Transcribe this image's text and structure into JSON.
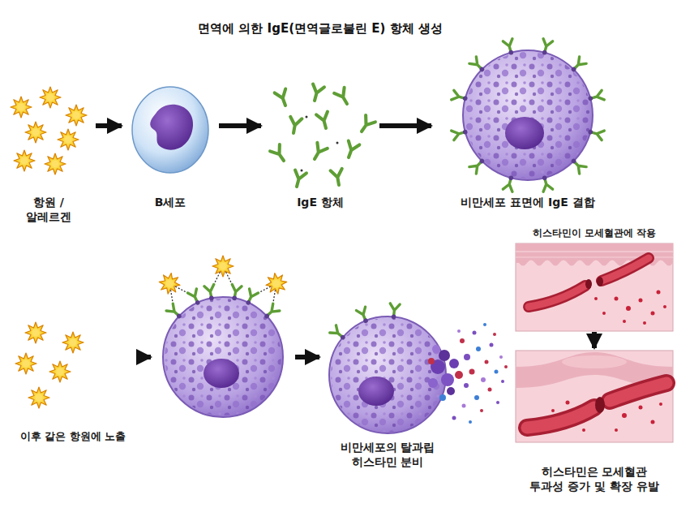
{
  "diagram": {
    "title": "면역에 의한 IgE(면역글로불린 E) 항체 생성",
    "nodes": [
      {
        "text": [
          "항원 / 알레르겐"
        ]
      },
      {
        "text": [
          "B세포"
        ]
      },
      {
        "text": [
          "IgE 항체"
        ]
      },
      {
        "text": [
          "비만세포 표면에 IgE 결합"
        ]
      },
      {
        "text": [
          "이후 같은 항원에 노출"
        ]
      },
      {
        "text": []
      },
      {
        "text": [
          "비만세포의 탈과립 히스타민 분비"
        ]
      },
      {
        "text": [
          "히스타민이 모세혈관에 작용"
        ]
      },
      {
        "text": [
          "히스타민은 모세혈관 투과성 증가 및 확장 유발"
        ]
      }
    ],
    "edges": [
      {
        "from": 0,
        "to": 1,
        "arrow": "to"
      },
      {
        "from": 1,
        "to": 2,
        "arrow": "to"
      },
      {
        "from": 2,
        "to": 3,
        "arrow": "to"
      },
      {
        "from": 4,
        "to": 5,
        "arrow": "to"
      },
      {
        "from": 5,
        "to": 6,
        "arrow": "to"
      },
      {
        "from": 7,
        "to": 8,
        "arrow": "to"
      }
    ]
  }
}
